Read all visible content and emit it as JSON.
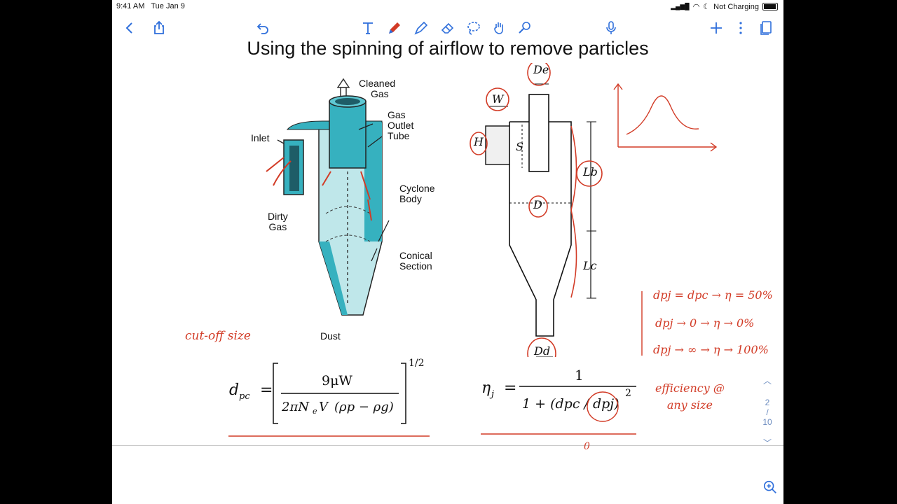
{
  "status": {
    "time": "9:41 AM",
    "date": "Tue Jan 9",
    "battery_label": "Not Charging"
  },
  "toolbar": {
    "left": [
      {
        "icon": "back-icon"
      },
      {
        "icon": "share-icon"
      },
      {
        "icon": "undo-icon"
      }
    ],
    "tools": [
      {
        "icon": "text-tool-icon"
      },
      {
        "icon": "pen-icon"
      },
      {
        "icon": "highlighter-icon"
      },
      {
        "icon": "eraser-icon"
      },
      {
        "icon": "lasso-icon"
      },
      {
        "icon": "hand-icon"
      },
      {
        "icon": "laser-pointer-icon"
      }
    ],
    "right": [
      {
        "icon": "microphone-icon"
      },
      {
        "icon": "add-icon"
      },
      {
        "icon": "more-icon"
      },
      {
        "icon": "pages-icon"
      }
    ],
    "accent": "#2f6fdb"
  },
  "slide": {
    "title": "Using the spinning of airflow to remove particles",
    "cyclone_labels": {
      "cleaned_gas": [
        "Cleaned",
        "Gas"
      ],
      "gas_outlet_tube": [
        "Gas",
        "Outlet",
        "Tube"
      ],
      "inlet": "Inlet",
      "cyclone_body": [
        "Cyclone",
        "Body"
      ],
      "dirty_gas": [
        "Dirty",
        "Gas"
      ],
      "conical_section": [
        "Conical",
        "Section"
      ],
      "dust": "Dust"
    },
    "dimension_labels": {
      "de": "De",
      "w": "W",
      "h": "H",
      "s": "S",
      "lb": "Lb",
      "d": "D",
      "lc": "Lc",
      "dd": "Dd"
    },
    "handwriting": {
      "cut_off": "cut-off size",
      "rule1": "dpj = dpc → η = 50%",
      "rule2": "dpj → 0 → η → 0%",
      "rule3": "dpj → ∞ → η → 100%",
      "efficiency": [
        "efficiency @",
        "any size"
      ],
      "zero": "0"
    },
    "formula1": {
      "lhs": "d",
      "lhs_sub": "pc",
      "num": "9μW",
      "den": "2πN",
      "den_rest": "V",
      "den_paren": "(ρp − ρg)",
      "exponent": "1/2"
    },
    "formula2": {
      "lhs": "η",
      "lhs_sub": "j",
      "num": "1",
      "den": "1 + (dpc / dpj)",
      "exponent": "2"
    },
    "accent_ink": "#d23b26",
    "cyclone_color": "#36b1bf"
  },
  "pagenav": {
    "current": "2",
    "separator": "/",
    "total": "10"
  }
}
